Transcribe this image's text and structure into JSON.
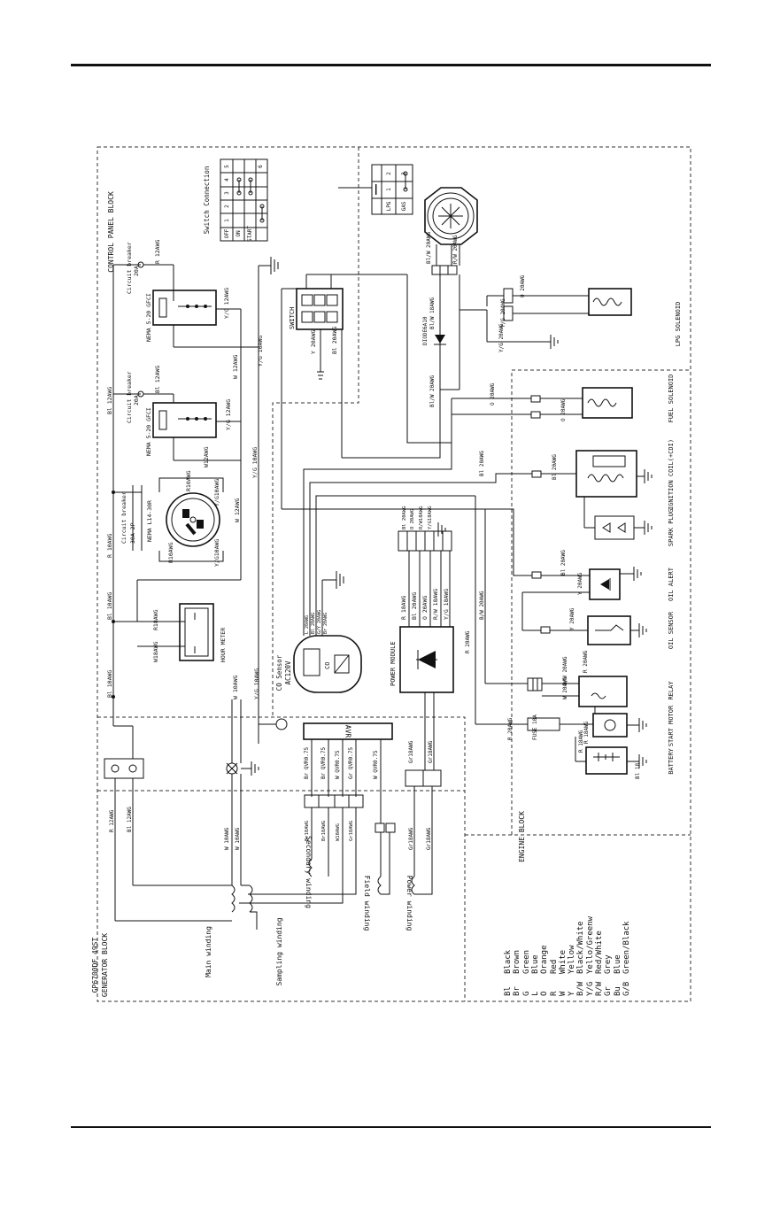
{
  "document": {
    "block_labels": {
      "control_panel": "CONTROL PANEL BLOCK",
      "engine": "ENGINE BLOCK",
      "generator_model": "GP6700DF 49ST",
      "generator": "GENERATOR BLOCK"
    },
    "switch_table": {
      "title": "Switch Connection",
      "rows": [
        "OFF",
        "ON",
        "START"
      ],
      "cols": [
        "1",
        "2",
        "3",
        "4",
        "5",
        "6"
      ]
    },
    "fuel_table": {
      "rows": [
        "LPG",
        "GAS"
      ],
      "cols": [
        "1",
        "2",
        "3"
      ]
    },
    "components": {
      "cb_top": "Circuit breaker",
      "cb_top_rating": "20A",
      "cb_mid": "Circuit breaker",
      "cb_mid_rating": "20A",
      "cb_30a": "Circuit breaker",
      "cb_30a_rating": "30A 2P",
      "nema1": "NEMA 5-20 GFCI",
      "nema2": "NEMA 5-20 GFCI",
      "l14": "NEMA L14-30R",
      "hour_meter": "HOUR METER",
      "co_sensor": "CO Sensor",
      "co_voltage": "AC120V",
      "co_label": "CO",
      "switch": "SWITCH",
      "diode": "DIODE6A10",
      "power_module": "POWER MODULE",
      "avr": "AVR",
      "lpg_solenoid": "LPG SOLENOID",
      "fuel_solenoid": "FUEL SOLENOID",
      "ignition_coil": "IGNITION COIL(+CDI)",
      "spark_plug": "SPARK PLUG",
      "oil_alert": "OIL ALERT",
      "oil_sensor": "OIL SENSOR",
      "relay": "RELAY",
      "start_motor": "START MOTOR",
      "battery": "BATTERY",
      "fuse": "FUSE 10A",
      "main_winding": "Main winding",
      "sampling_winding": "Sampling winding",
      "secondary_winding": "Secondary winding",
      "field_winding": "Field winding",
      "power_winding": "Power winding"
    },
    "wires": {
      "r12_top": "R 12AWG",
      "y_g_1": "Y/G 12AWG",
      "w12_1": "W 12AWG",
      "y_g_10": "Y/G 10AWG",
      "bl12_cb": "Bl 12AWG",
      "bl12": "Bl 12AWG",
      "y_g_2": "Y/G 12AWG",
      "w12_2": "W12AWG",
      "y_g_10b": "Y/G 10AWG",
      "r10": "R 10AWG",
      "r10awg_l": "R10AWG",
      "y_g10_l": "Y/G10AWG",
      "w12_l": "W 12AWG",
      "y_g10_l2": "Y/G10AWG",
      "r10_l": "R10AWG",
      "bl10": "Bl 10AWG",
      "r18_hm": "R18AWG",
      "w18_hm": "W18AWG",
      "bl10b": "Bl 10AWG",
      "w10": "W 10AWG",
      "y_g10_co": "Y/G 10AWG",
      "co_l": "L 20AWG",
      "co_bl": "Bl 20AWG",
      "co_g": "G/Y 20AWG",
      "co_br": "Br 20AWG",
      "y20_sw": "Y 20AWG",
      "bl20_sw": "Bl 20AWG",
      "bw20_top": "Bl/W 20AWG",
      "rw20_top": "R/W 20AWG",
      "bw18": "Bl/W 18AWG",
      "bw20_d": "Bl/W 20AWG",
      "bl20_pm": "Bl 20AWG",
      "o20_pm": "O 20AWG",
      "rw18_pm": "R/W18AWG",
      "yg18_pm": "Y/G18AWG",
      "r18_pm": "R 18AWG",
      "bl20_pm2": "Bl 20AWG",
      "o20_pm2": "O 20AWG",
      "rw18_pm2": "R/W 18AWG",
      "yg18_pm2": "Y/G 18AWG",
      "r20_pm": "R 20AWG",
      "bw20_pm": "B/W 20AWG",
      "r20_fuse": "R 20AWG",
      "lpg_o": "O 20AWG",
      "lpg_yg": "Y/G 20AWG",
      "lpg_yg2": "Y/G 20AWG",
      "fuel_o1": "O 20AWG",
      "fuel_o2": "O 20AWG",
      "ign_bl1": "Bl 20AWG",
      "ign_bl2": "Bl 20AWG",
      "oa_bl": "Bl 20AWG",
      "oa_y": "Y 20AWG",
      "os_y": "Y 20AWG",
      "relay_bw": "B/W 20AWG",
      "relay_w": "W 20AWG",
      "relay_r": "R 20AWG",
      "sm_r": "R 18AWG",
      "bat_r": "R 18AWG",
      "bat_bl": "Bl 18",
      "avr_br1": "Br QVR0.75",
      "avr_br2": "Br QVR0.75",
      "avr_w": "W QVR0.75",
      "avr_gr": "Gr QVR0.75",
      "avr_w2": "W QVR0.75",
      "pm_gr1": "Gr18AWG",
      "pm_gr2": "Gr18AWG",
      "gen_r12": "R 12AWG",
      "gen_bl12": "Bl 12AWG",
      "gen_w10a": "W 10AWG",
      "gen_w10b": "W 10AWG",
      "sec_br1": "Br18AWG",
      "sec_br2": "Br18AWG",
      "sec_w": "W18AWG",
      "sec_gr": "Gr18AWG",
      "pw_gr1": "Gr18AWG",
      "pw_gr2": "Gr18AWG"
    },
    "legend": [
      {
        "code": "Bl",
        "color": "Black"
      },
      {
        "code": "Br",
        "color": "Brown"
      },
      {
        "code": "G",
        "color": "Green"
      },
      {
        "code": "L",
        "color": "Blue"
      },
      {
        "code": "O",
        "color": "Orange"
      },
      {
        "code": "R",
        "color": "Red"
      },
      {
        "code": "W",
        "color": "White"
      },
      {
        "code": "Y",
        "color": "Yellow"
      },
      {
        "code": "B/W",
        "color": "Black/White"
      },
      {
        "code": "Y/G",
        "color": "Yello/Greenw"
      },
      {
        "code": "R/W",
        "color": "Red/White"
      },
      {
        "code": "Gr",
        "color": "Grey"
      },
      {
        "code": "Bu",
        "color": "Blue"
      },
      {
        "code": "G/B",
        "color": "Green/Black"
      }
    ]
  }
}
